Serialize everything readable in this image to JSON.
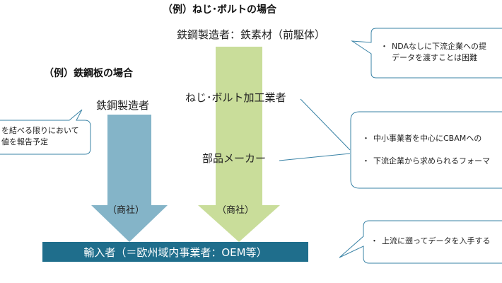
{
  "colors": {
    "steel_arrow": "#84b4c8",
    "bolt_arrow": "#c9dd9a",
    "importer_bg": "#1f6e8c",
    "callout_border": "#3a83a6",
    "connector": "#3a83a6"
  },
  "bolt_case": {
    "heading": "（例）ねじ･ボルトの場合",
    "supplier": "鉄鋼製造者：鉄素材（前駆体）",
    "processor": "ねじ･ボルト加工業者",
    "parts_maker": "部品メーカー",
    "trading": "（商社）"
  },
  "steel_case": {
    "heading": "（例）鉄鋼板の場合",
    "manufacturer": "鉄鋼製造者",
    "trading": "（商社）"
  },
  "importer": "輸入者（＝欧州域内事業者：OEM等）",
  "callouts": {
    "top": {
      "bullet": "・",
      "lines": [
        "NDAなしに下流企業への提",
        "データを渡すことは困難"
      ]
    },
    "middle": {
      "bullets": [
        "中小事業者を中心にCBAMへの",
        "下流企業から求められるフォーマ"
      ],
      "bullet": "・"
    },
    "bottom": {
      "bullet": "・",
      "text": "上流に遡ってデータを入手する"
    },
    "left": {
      "lines": [
        "を結べる限りにおいて",
        "値を報告予定"
      ]
    }
  }
}
